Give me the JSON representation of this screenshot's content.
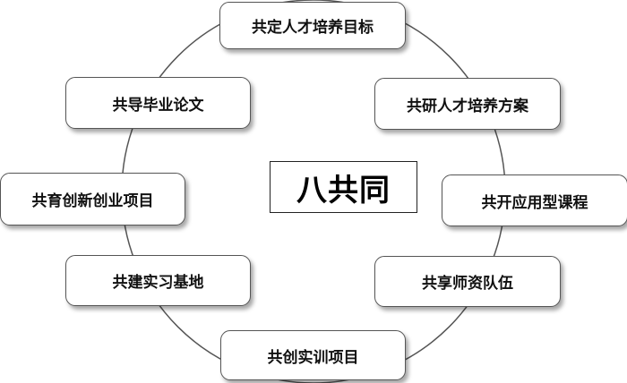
{
  "center": {
    "label": "八共同"
  },
  "nodes": {
    "top": "共定人才培养目标",
    "top_right": "共研人才培养方案",
    "right": "共开应用型课程",
    "bottom_right": "共享师资队伍",
    "bottom": "共创实训项目",
    "bottom_left": "共建实习基地",
    "left": "共育创新创业项目",
    "top_left": "共导毕业论文"
  },
  "colors": {
    "ring": "#555555",
    "box_border": "#555555",
    "text": "#111111",
    "background": "#ffffff"
  }
}
